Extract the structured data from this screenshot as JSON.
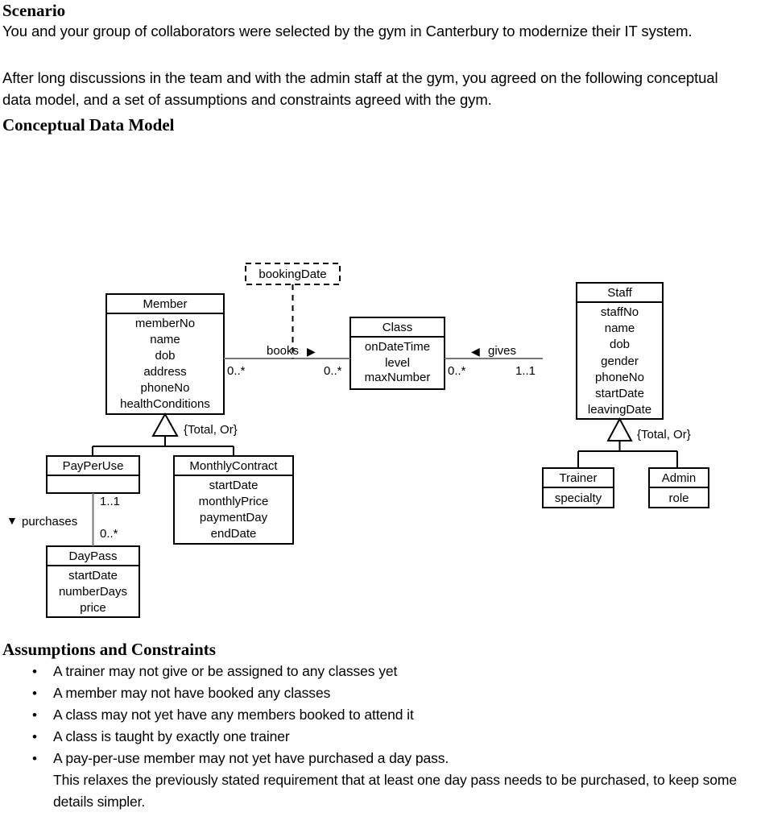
{
  "document": {
    "scenario_heading": "Scenario",
    "paragraph_1": "You and your group of collaborators were selected by the gym in Canterbury to modernize their IT system.",
    "paragraph_2": "After long discussions in the team and with the admin staff at the gym, you agreed on the following conceptual data model, and a set of assumptions and constraints agreed with the gym.",
    "model_heading": "Conceptual Data Model",
    "assumptions_heading": "Assumptions and Constraints",
    "bullet_glyph": "•",
    "assumptions": [
      {
        "text": "A trainer may not give or be assigned to any classes yet",
        "continuation": ""
      },
      {
        "text": "A member may not have booked any classes",
        "continuation": ""
      },
      {
        "text": "A class may not yet have any members booked to attend it",
        "continuation": ""
      },
      {
        "text": "A class is taught by exactly one trainer",
        "continuation": ""
      },
      {
        "text": "A pay-per-use member may not yet have purchased a day pass.",
        "continuation": "This relaxes the previously stated requirement that at least one day pass needs to be purchased, to keep some details simpler."
      }
    ]
  },
  "diagram": {
    "type": "uml-class-diagram",
    "classes": [
      {
        "id": "staff",
        "name": "Staff",
        "attributes": [
          "staffNo",
          "name",
          "dob",
          "gender",
          "phoneNo",
          "startDate",
          "leavingDate"
        ]
      },
      {
        "id": "trainer",
        "name": "Trainer",
        "attributes": [
          "specialty"
        ]
      },
      {
        "id": "admin",
        "name": "Admin",
        "attributes": [
          "role"
        ]
      },
      {
        "id": "member",
        "name": "Member",
        "attributes": [
          "memberNo",
          "name",
          "dob",
          "address",
          "phoneNo",
          "healthConditions"
        ]
      },
      {
        "id": "class",
        "name": "Class",
        "attributes": [
          "onDateTime",
          "level",
          "maxNumber"
        ]
      },
      {
        "id": "payperuse",
        "name": "PayPerUse",
        "attributes": []
      },
      {
        "id": "monthlycontract",
        "name": "MonthlyContract",
        "attributes": [
          "startDate",
          "monthlyPrice",
          "paymentDay",
          "endDate"
        ]
      },
      {
        "id": "daypass",
        "name": "DayPass",
        "attributes": [
          "startDate",
          "numberDays",
          "price"
        ]
      }
    ],
    "association_class": {
      "id": "bookingdate",
      "name": "bookingDate",
      "attaches_to": "books"
    },
    "associations": [
      {
        "id": "books",
        "label": "books",
        "direction_marker": "▶",
        "from": "member",
        "to": "class",
        "from_multiplicity": "0..*",
        "to_multiplicity": "0..*"
      },
      {
        "id": "gives",
        "label": "gives",
        "direction_marker": "◀",
        "from": "class",
        "to": "trainer",
        "from_multiplicity": "0..*",
        "to_multiplicity": "1..1"
      },
      {
        "id": "purchases",
        "label": "purchases",
        "direction_marker": "▼",
        "from": "payperuse",
        "to": "daypass",
        "from_multiplicity": "1..1",
        "to_multiplicity": "0..*"
      }
    ],
    "generalizations": [
      {
        "id": "staff-gen",
        "superclass": "staff",
        "subclasses": [
          "trainer",
          "admin"
        ],
        "constraint": "{Total, Or}"
      },
      {
        "id": "member-gen",
        "superclass": "member",
        "subclasses": [
          "payperuse",
          "monthlycontract"
        ],
        "constraint": "{Total, Or}"
      }
    ],
    "colors": {
      "stroke": "#000000",
      "fill": "#ffffff",
      "text": "#000000"
    }
  }
}
